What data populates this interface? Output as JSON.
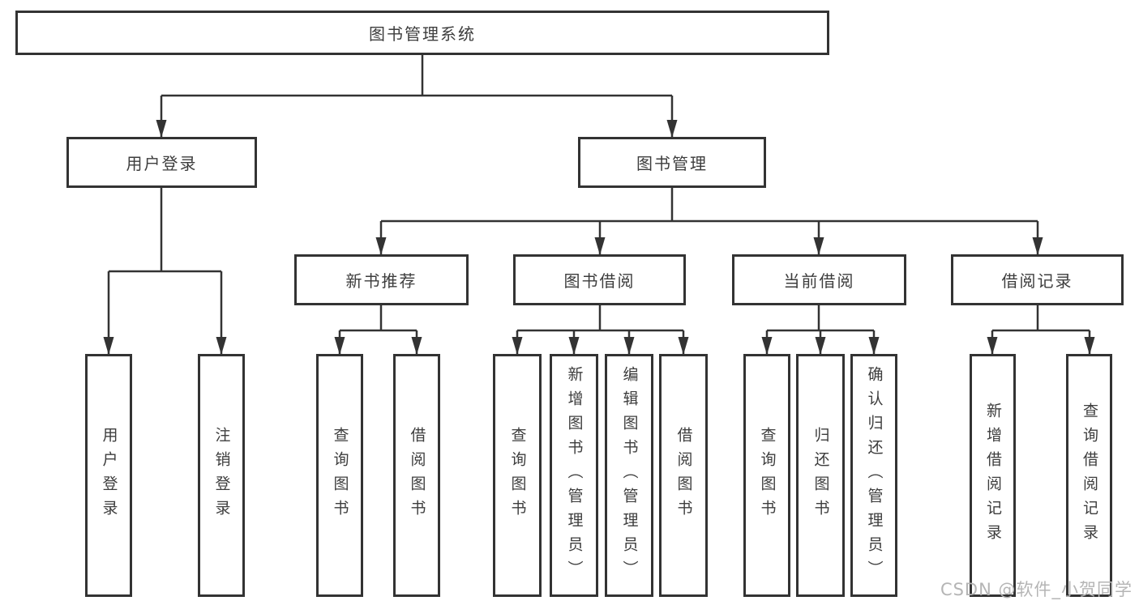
{
  "colors": {
    "line": "#333333",
    "text": "#3d3d3d",
    "background": "#ffffff",
    "watermark": "#b5b5b5"
  },
  "watermark": {
    "text": "CSDN @软件_小贺同学"
  },
  "tree": {
    "root": {
      "label": "图书管理系统",
      "children": [
        {
          "label": "用户登录",
          "children": [
            {
              "label": "用户登录"
            },
            {
              "label": "注销登录"
            }
          ]
        },
        {
          "label": "图书管理",
          "children": [
            {
              "label": "新书推荐",
              "children": [
                {
                  "label": "查询图书"
                },
                {
                  "label": "借阅图书"
                }
              ]
            },
            {
              "label": "图书借阅",
              "children": [
                {
                  "label": "查询图书"
                },
                {
                  "label": "新增图书（管理员）"
                },
                {
                  "label": "编辑图书（管理员）"
                },
                {
                  "label": "借阅图书"
                }
              ]
            },
            {
              "label": "当前借阅",
              "children": [
                {
                  "label": "查询图书"
                },
                {
                  "label": "归还图书"
                },
                {
                  "label": "确认归还（管理员）"
                }
              ]
            },
            {
              "label": "借阅记录",
              "children": [
                {
                  "label": "新增借阅记录"
                },
                {
                  "label": "查询借阅记录"
                }
              ]
            }
          ]
        }
      ]
    }
  }
}
